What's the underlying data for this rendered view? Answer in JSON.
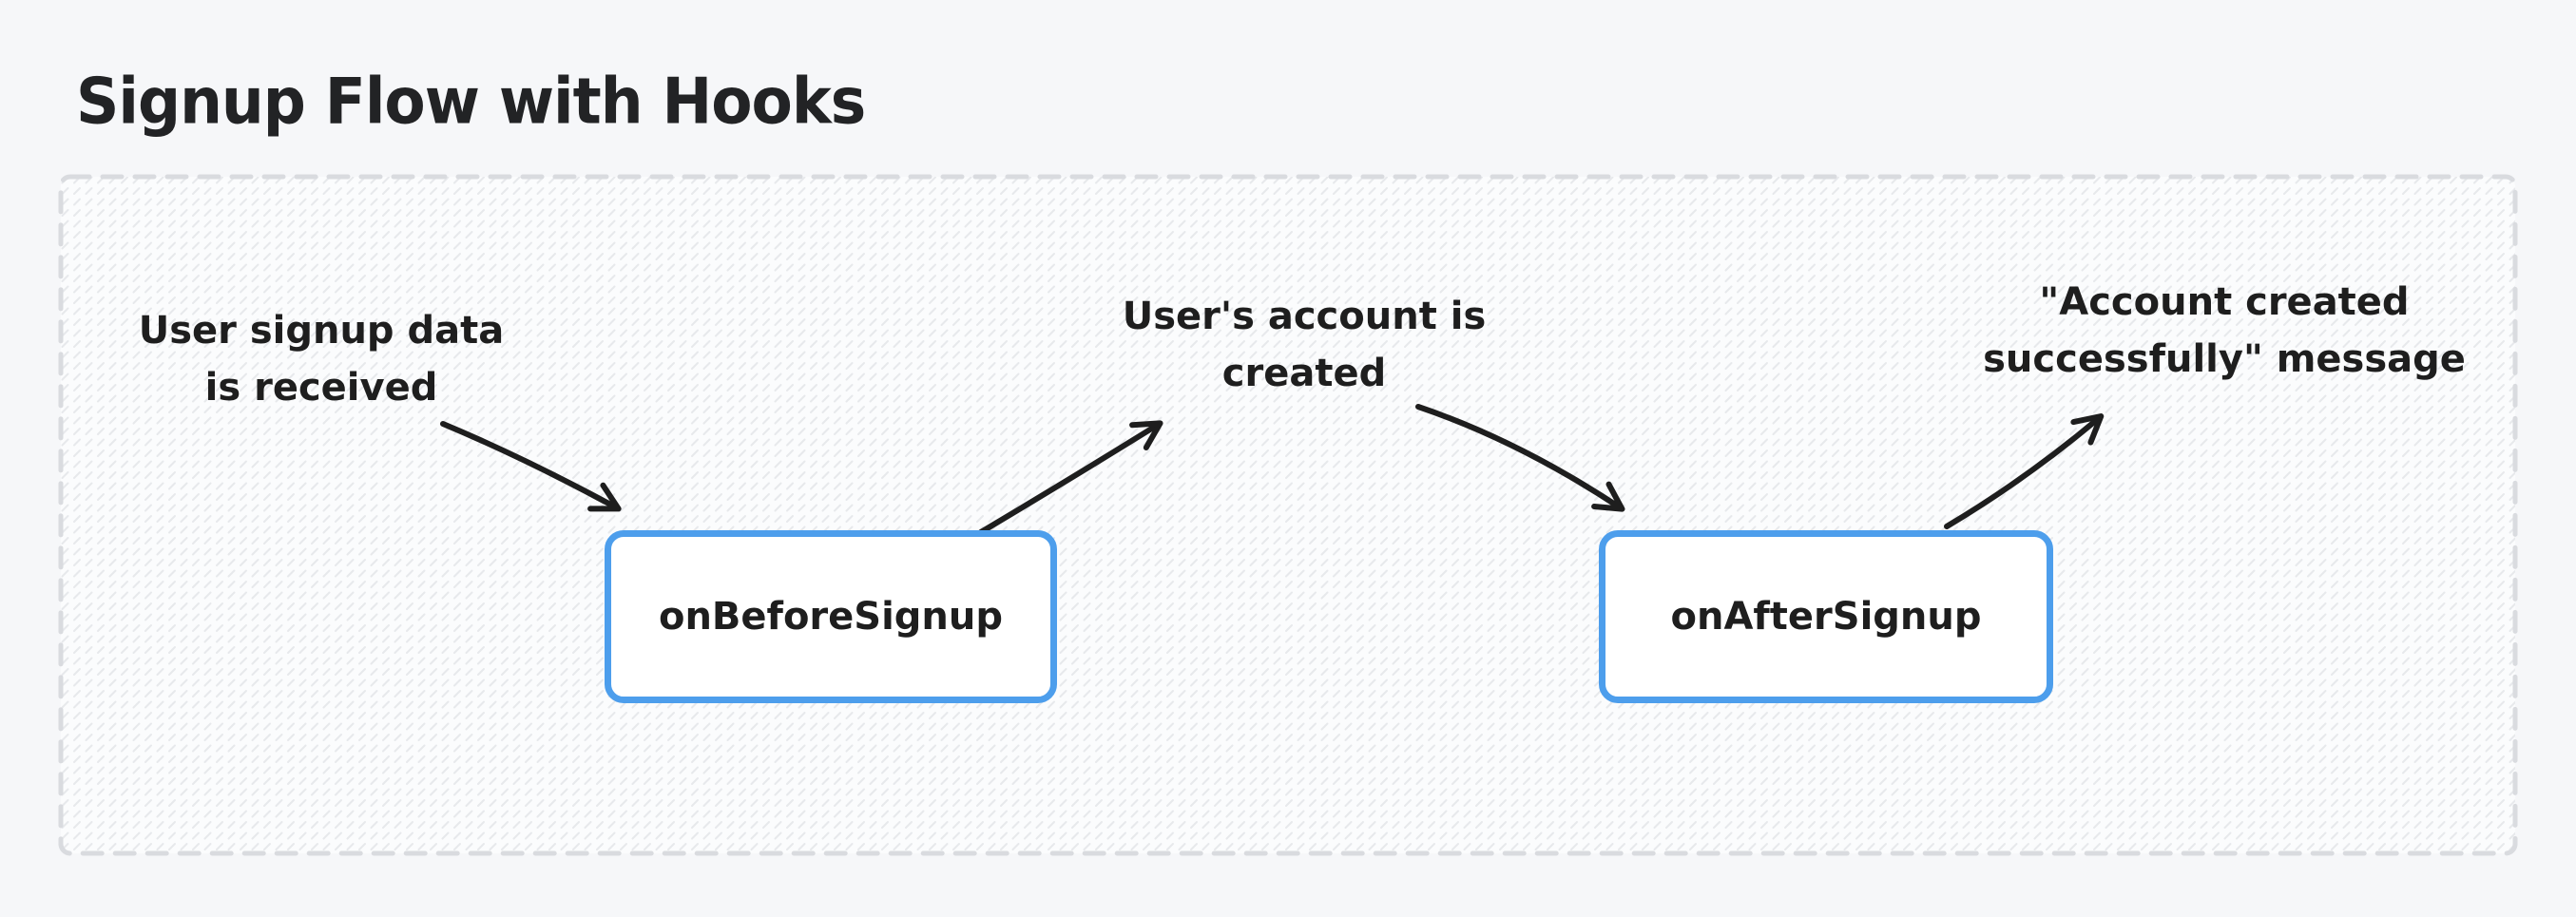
{
  "title": "Signup Flow with Hooks",
  "canvas": {
    "annotations": [
      {
        "id": "signup-data",
        "lines": [
          "User signup data",
          "is received"
        ]
      },
      {
        "id": "account-created",
        "lines": [
          "User's account is",
          "created"
        ]
      },
      {
        "id": "success-message",
        "lines": [
          "\"Account created",
          "successfully\" message"
        ]
      }
    ],
    "nodes": [
      {
        "id": "onbeforesignup",
        "label": "onBeforeSignup"
      },
      {
        "id": "onaftersignup",
        "label": "onAfterSignup"
      }
    ],
    "colors": {
      "page_background": "#f6f7f9",
      "canvas_border": "#d9dbdf",
      "canvas_hatch": "#e7e9ec",
      "node_border": "#4d9eec",
      "node_fill": "#ffffff",
      "arrow": "#1e1e1e",
      "text": "#1e1e1e"
    }
  }
}
